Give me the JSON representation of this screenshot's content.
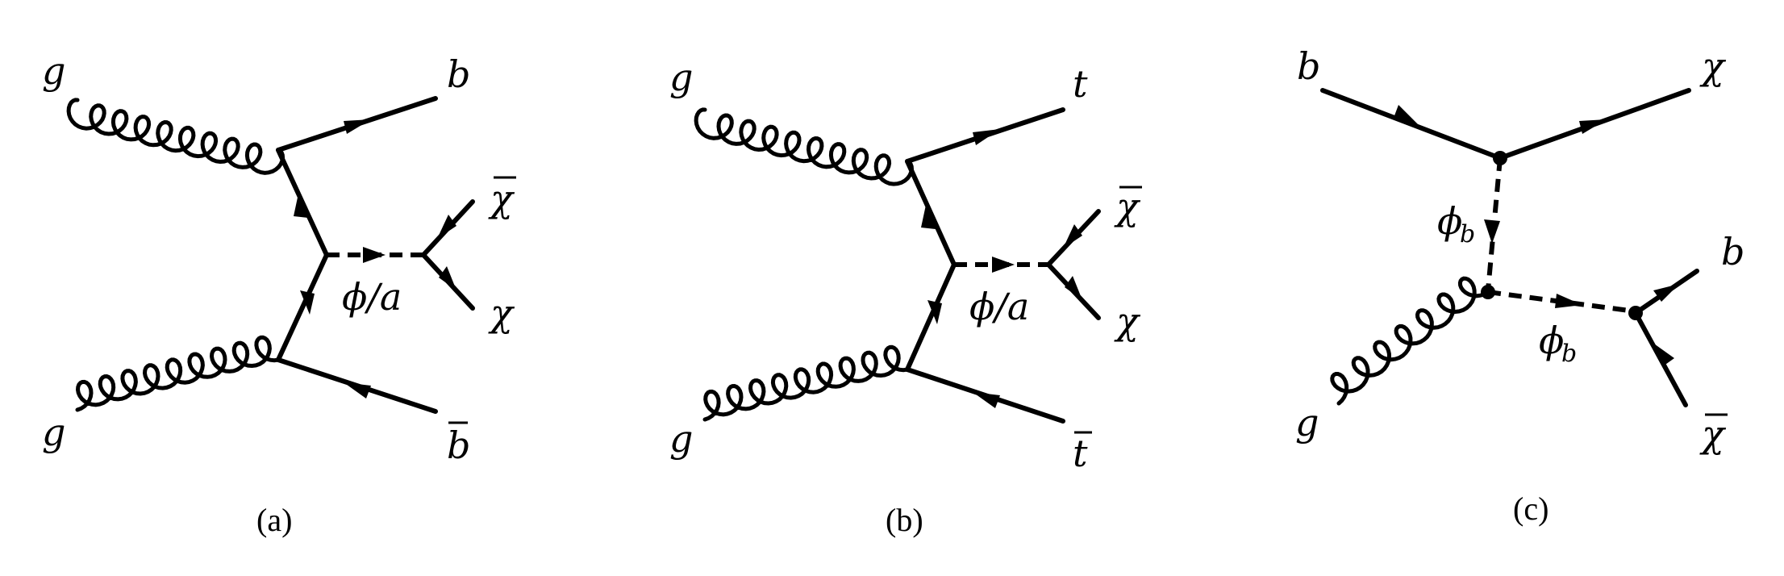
{
  "panels": [
    {
      "id": "a",
      "caption": "(a)",
      "labels": {
        "g_top": "g",
        "g_bottom": "g",
        "out_top": "b",
        "out_bottom": "b",
        "mediator": "ϕ/a",
        "dm_bar": "χ",
        "dm": "χ"
      }
    },
    {
      "id": "b",
      "caption": "(b)",
      "labels": {
        "g_top": "g",
        "g_bottom": "g",
        "out_top": "t",
        "out_bottom": "t",
        "mediator": "ϕ/a",
        "dm_bar": "χ",
        "dm": "χ"
      }
    },
    {
      "id": "c",
      "caption": "(c)",
      "labels": {
        "in_top": "b",
        "out_top": "χ",
        "g_bottom": "g",
        "mediator_v": "ϕ",
        "mediator_v_sub": "b",
        "mediator_h": "ϕ",
        "mediator_h_sub": "b",
        "out_b": "b",
        "out_dm_bar": "χ"
      }
    }
  ]
}
